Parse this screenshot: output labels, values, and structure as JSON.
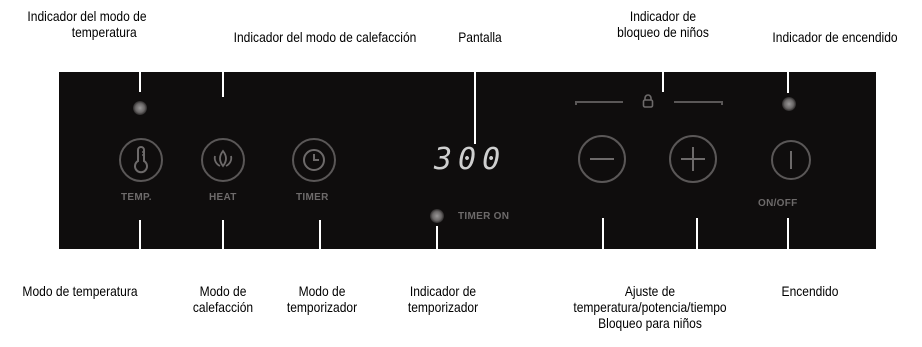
{
  "labels": {
    "temp_mode_indicator": [
      "Indicador del modo de",
      "temperatura"
    ],
    "heat_mode_indicator": "Indicador del modo de calefacción",
    "screen": "Pantalla",
    "child_lock_indicator": [
      "Indicador de",
      "bloqueo de niños"
    ],
    "power_indicator": "Indicador de encendido",
    "temp_mode": "Modo de temperatura",
    "heat_mode": [
      "Modo de",
      "calefacción"
    ],
    "timer_mode": [
      "Modo de",
      "temporizador"
    ],
    "timer_indicator": [
      "Indicador de",
      "temporizador"
    ],
    "adjust": [
      "Ajuste de",
      "temperatura/potencia/tiempo",
      "Bloqueo para niños"
    ],
    "power": "Encendido"
  },
  "panel": {
    "display_value": "300",
    "temp_caption": "TEMP.",
    "heat_caption": "HEAT",
    "timer_caption": "TIMER",
    "timer_on_caption": "TIMER ON",
    "onoff_caption": "ON/OFF"
  },
  "icons": [
    "thermometer-icon",
    "flame-icon",
    "clock-icon",
    "minus-icon",
    "plus-icon",
    "power-icon",
    "lock-icon"
  ],
  "colors": {
    "panel": "#0f0d0d",
    "leader_line": "#ffffff",
    "button_outline": "#5a5757",
    "caption": "#6d6a6a"
  }
}
